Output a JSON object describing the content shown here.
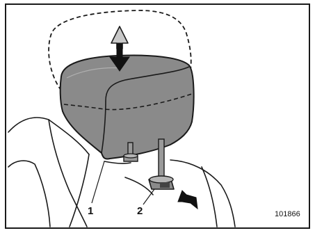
{
  "figure": {
    "callouts": {
      "headrest": "1",
      "release_button": "2"
    },
    "figure_code": "101866"
  },
  "colors": {
    "outline": "#1a1a1a",
    "headrest_fill": "#8a8a8a",
    "post_fill": "#9a9a9a",
    "arrow_fill": "#c8c8c8"
  }
}
